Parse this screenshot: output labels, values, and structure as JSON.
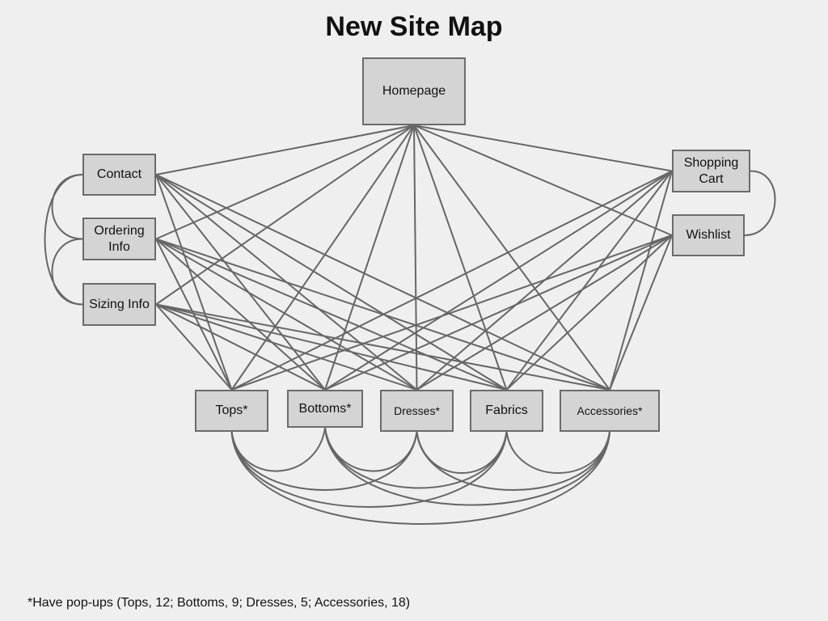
{
  "title": "New Site Map",
  "nodes": {
    "homepage": "Homepage",
    "contact": "Contact",
    "ordering": "Ordering Info",
    "sizing": "Sizing Info",
    "cart": "Shopping Cart",
    "wishlist": "Wishlist",
    "tops": "Tops*",
    "bottoms": "Bottoms*",
    "dresses": "Dresses*",
    "fabrics": "Fabrics",
    "accessories": "Accessories*"
  },
  "edges": [
    [
      "homepage",
      "contact"
    ],
    [
      "homepage",
      "ordering"
    ],
    [
      "homepage",
      "sizing"
    ],
    [
      "homepage",
      "cart"
    ],
    [
      "homepage",
      "wishlist"
    ],
    [
      "homepage",
      "tops"
    ],
    [
      "homepage",
      "bottoms"
    ],
    [
      "homepage",
      "dresses"
    ],
    [
      "homepage",
      "fabrics"
    ],
    [
      "homepage",
      "accessories"
    ],
    [
      "contact",
      "tops"
    ],
    [
      "contact",
      "bottoms"
    ],
    [
      "contact",
      "dresses"
    ],
    [
      "contact",
      "fabrics"
    ],
    [
      "contact",
      "accessories"
    ],
    [
      "ordering",
      "tops"
    ],
    [
      "ordering",
      "bottoms"
    ],
    [
      "ordering",
      "dresses"
    ],
    [
      "ordering",
      "fabrics"
    ],
    [
      "ordering",
      "accessories"
    ],
    [
      "sizing",
      "tops"
    ],
    [
      "sizing",
      "bottoms"
    ],
    [
      "sizing",
      "dresses"
    ],
    [
      "sizing",
      "fabrics"
    ],
    [
      "sizing",
      "accessories"
    ],
    [
      "cart",
      "tops"
    ],
    [
      "cart",
      "bottoms"
    ],
    [
      "cart",
      "dresses"
    ],
    [
      "cart",
      "fabrics"
    ],
    [
      "cart",
      "accessories"
    ],
    [
      "wishlist",
      "tops"
    ],
    [
      "wishlist",
      "bottoms"
    ],
    [
      "wishlist",
      "dresses"
    ],
    [
      "wishlist",
      "fabrics"
    ],
    [
      "wishlist",
      "accessories"
    ],
    [
      "contact",
      "ordering"
    ],
    [
      "ordering",
      "sizing"
    ],
    [
      "contact",
      "sizing"
    ],
    [
      "cart",
      "wishlist"
    ],
    [
      "tops",
      "bottoms"
    ],
    [
      "tops",
      "dresses"
    ],
    [
      "tops",
      "fabrics"
    ],
    [
      "tops",
      "accessories"
    ],
    [
      "bottoms",
      "dresses"
    ],
    [
      "bottoms",
      "fabrics"
    ],
    [
      "bottoms",
      "accessories"
    ],
    [
      "dresses",
      "fabrics"
    ],
    [
      "dresses",
      "accessories"
    ],
    [
      "fabrics",
      "accessories"
    ]
  ],
  "footnote": "*Have pop-ups (Tops, 12; Bottoms, 9; Dresses, 5; Accessories, 18)"
}
